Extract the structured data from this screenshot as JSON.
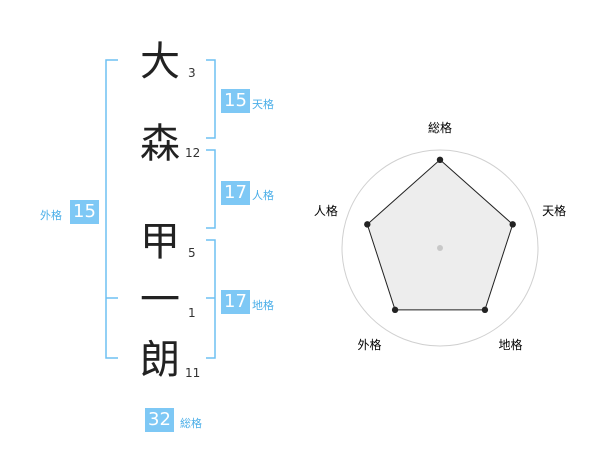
{
  "name": {
    "chars": [
      {
        "char": "大",
        "strokes": "3"
      },
      {
        "char": "森",
        "strokes": "12"
      },
      {
        "char": "甲",
        "strokes": "5"
      },
      {
        "char": "一",
        "strokes": "1"
      },
      {
        "char": "朗",
        "strokes": "11"
      }
    ]
  },
  "kakusu": {
    "tenkaku": {
      "value": "15",
      "label": "天格"
    },
    "jinkaku": {
      "value": "17",
      "label": "人格"
    },
    "chikaku": {
      "value": "17",
      "label": "地格"
    },
    "gaikaku": {
      "value": "15",
      "label": "外格"
    },
    "soukaku": {
      "value": "32",
      "label": "総格"
    }
  },
  "chart_data": {
    "type": "radar",
    "axes": [
      "総格",
      "天格",
      "地格",
      "外格",
      "人格"
    ],
    "values": [
      0.9,
      0.78,
      0.78,
      0.78,
      0.78
    ],
    "rings": 4,
    "colors": {
      "fill": "#e8e8e8",
      "line": "#222222",
      "ring": "#d0d0d0",
      "bracket": "#6ec0f2"
    }
  }
}
